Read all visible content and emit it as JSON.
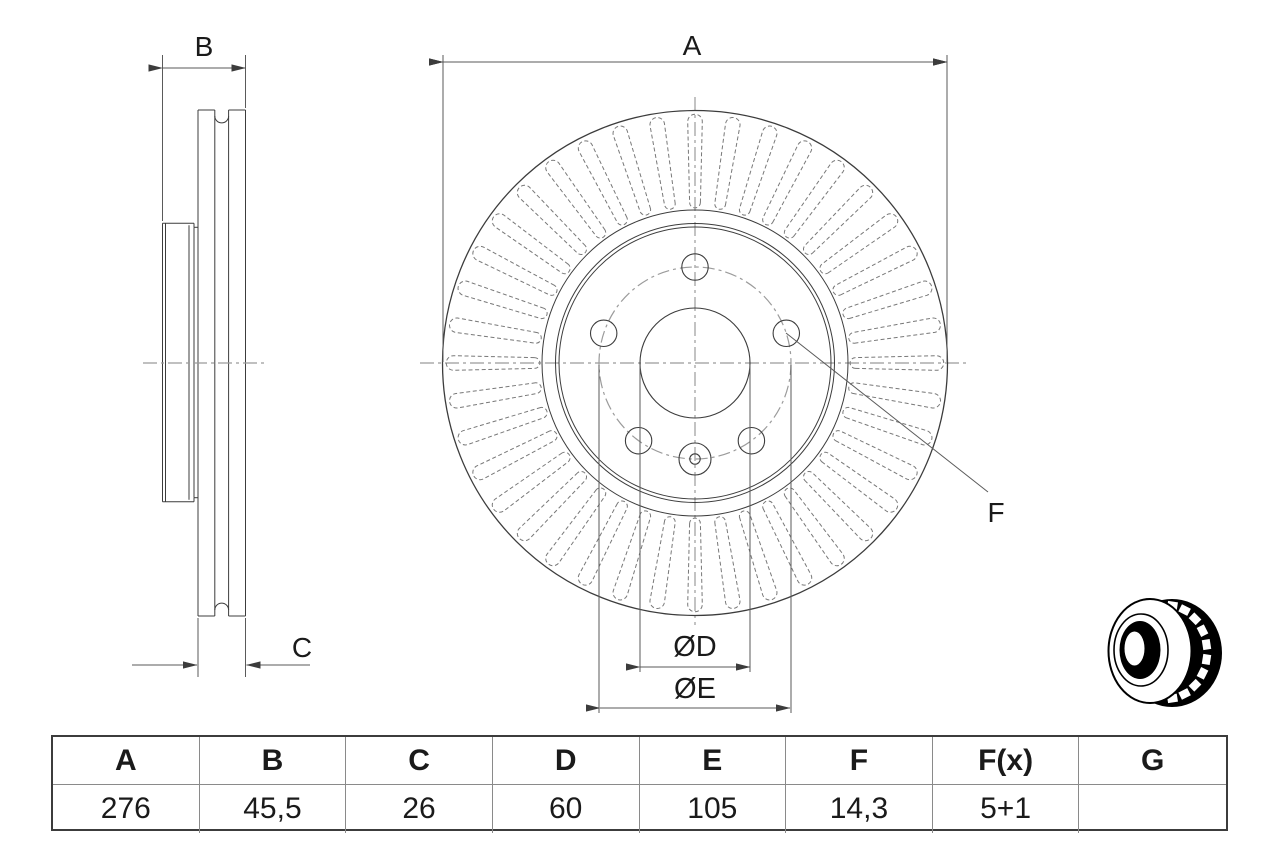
{
  "drawing": {
    "dimension_labels": {
      "a": "A",
      "b": "B",
      "c": "C",
      "d": "ØD",
      "e": "ØE",
      "f": "F"
    },
    "colors": {
      "line": "#3c3c3c",
      "dimension": "#5a5a5a",
      "centerline": "#9b9b9b",
      "slot": "#787878",
      "icon": "#000000",
      "background": "#ffffff"
    },
    "icon": {
      "name": "vented-brake-disc-3d-icon"
    }
  },
  "table": {
    "headers": [
      "A",
      "B",
      "C",
      "D",
      "E",
      "F",
      "F(x)",
      "G"
    ],
    "values": [
      "276",
      "45,5",
      "26",
      "60",
      "105",
      "14,3",
      "5+1",
      ""
    ]
  }
}
